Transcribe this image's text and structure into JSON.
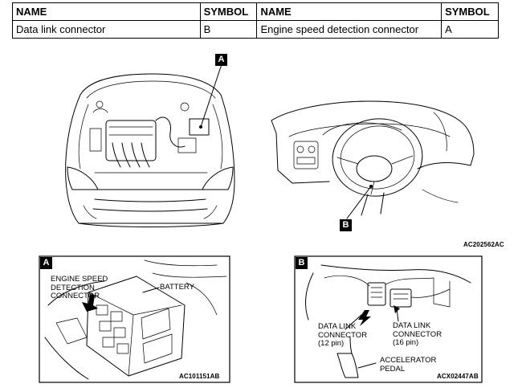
{
  "table": {
    "headers": [
      "NAME",
      "SYMBOL",
      "NAME",
      "SYMBOL"
    ],
    "row": {
      "name1": "Data link connector",
      "symbol1": "B",
      "name2": "Engine speed detection connector",
      "symbol2": "A"
    }
  },
  "overview": {
    "callout_a": "A",
    "callout_b": "B",
    "figure_code": "AC202562AC"
  },
  "detail_a": {
    "badge": "A",
    "label_connector": "ENGINE SPEED\nDETECTION\nCONNECTOR",
    "label_battery": "BATTERY",
    "figure_code": "AC101151AB"
  },
  "detail_b": {
    "badge": "B",
    "label_dlc12": "DATA LINK\nCONNECTOR\n(12 pin)",
    "label_dlc16": "DATA LINK\nCONNECTOR\n(16 pin)",
    "label_pedal": "ACCELERATOR\nPEDAL",
    "figure_code": "ACX02447AB"
  }
}
